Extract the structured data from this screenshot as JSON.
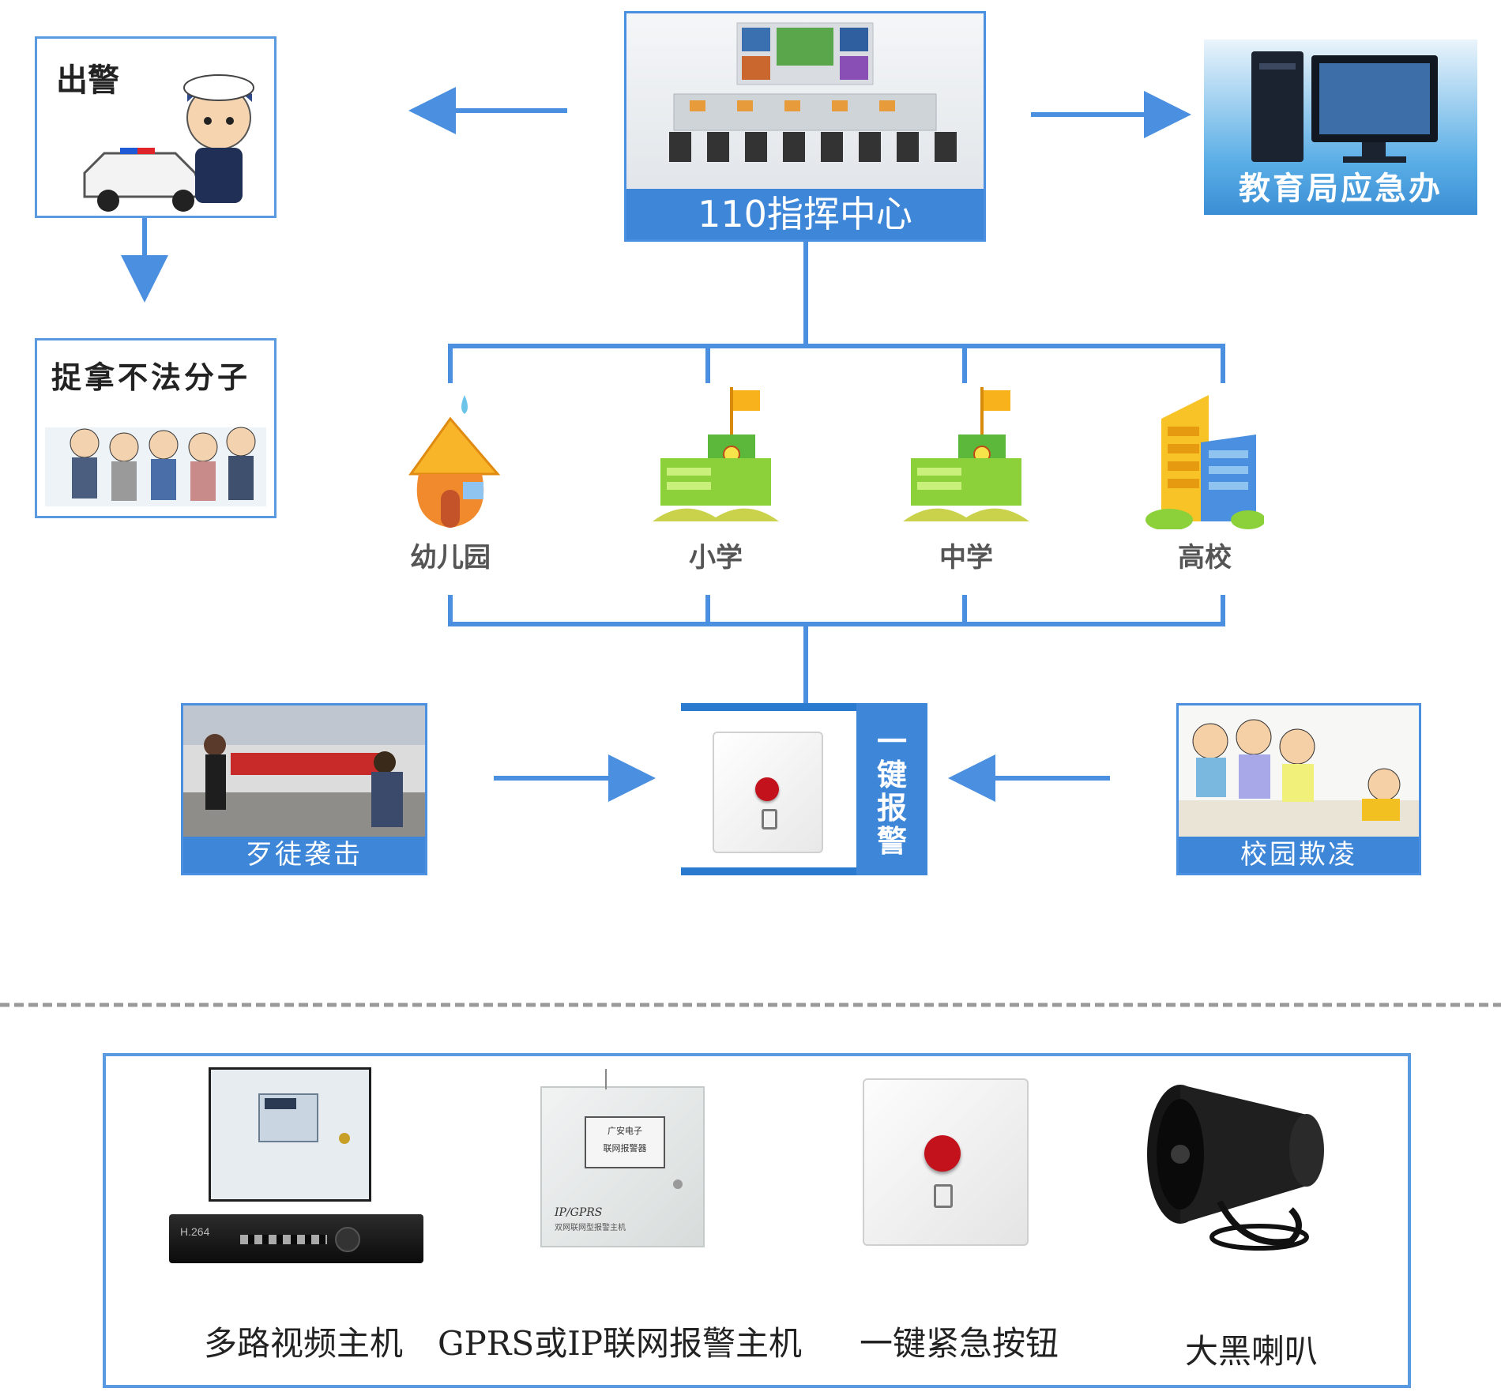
{
  "colors": {
    "accent": "#3d86d8",
    "line": "#4a8fe0",
    "frame": "#5a9ae0",
    "dashed": "#999999"
  },
  "center": {
    "label": "110指挥中心"
  },
  "top_left": {
    "title": "出警"
  },
  "top_right": {
    "label": "教育局应急办"
  },
  "arrest": {
    "title": "捉拿不法分子"
  },
  "schools": [
    {
      "label": "幼儿园",
      "icon": "kindergarten-icon"
    },
    {
      "label": "小学",
      "icon": "school-flag-icon"
    },
    {
      "label": "中学",
      "icon": "school-flag-icon"
    },
    {
      "label": "高校",
      "icon": "university-icon"
    }
  ],
  "alarm": {
    "side_label": "一键报警"
  },
  "attack": {
    "label": "歹徒袭击"
  },
  "bully": {
    "label": "校园欺凌"
  },
  "devices": [
    {
      "label": "多路视频主机",
      "icon": "video-host-icon"
    },
    {
      "label": "GPRS或IP联网报警主机",
      "icon": "network-alarm-host-icon"
    },
    {
      "label": "一键紧急按钮",
      "icon": "panic-button-icon"
    },
    {
      "label": "大黑喇叭",
      "icon": "speaker-horn-icon"
    }
  ],
  "device_texts": {
    "box_brand": "广安电子",
    "box_name": "联网报警器",
    "host_model": "IP/GPRS",
    "host_sub": "双网联网型报警主机",
    "dvr_brand": "H.264"
  }
}
